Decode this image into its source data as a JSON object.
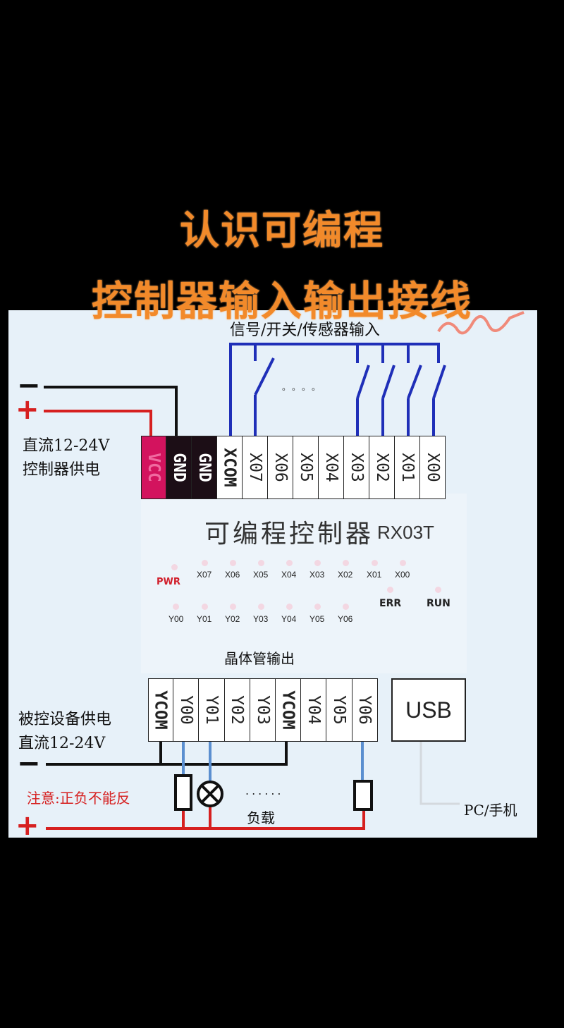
{
  "title_line1": "认识可编程",
  "title_line2": "控制器输入输出接线",
  "input_signal_label": "信号/开关/传感器输入",
  "input_dots": "。。。。",
  "power_left_minus": "−",
  "power_left_plus": "+",
  "power_left_label_1": "直流12-24V",
  "power_left_label_2": "控制器供电",
  "top_terminals": [
    "VCC",
    "GND",
    "GND",
    "XCOM",
    "X07",
    "X06",
    "X05",
    "X04",
    "X03",
    "X02",
    "X01",
    "X00"
  ],
  "controller_name": "可编程控制器",
  "controller_model": "RX03T",
  "leds_top": [
    "X07",
    "X06",
    "X05",
    "X04",
    "X03",
    "X02",
    "X01",
    "X00"
  ],
  "leds_bottom": [
    "Y00",
    "Y01",
    "Y02",
    "Y03",
    "Y04",
    "Y05",
    "Y06"
  ],
  "pwr_label": "PWR",
  "err_label": "ERR",
  "run_label": "RUN",
  "output_type_label": "晶体管输出",
  "bottom_terminals": [
    "YCOM",
    "Y00",
    "Y01",
    "Y02",
    "Y03",
    "YCOM",
    "Y04",
    "Y05",
    "Y06"
  ],
  "usb_label": "USB",
  "pc_label": "PC/手机",
  "load_power_label_1": "被控设备供电",
  "load_power_label_2": "直流12-24V",
  "note_label": "注意:正负不能反",
  "load_label": "负载",
  "load_dots": "......",
  "bottom_minus": "−",
  "bottom_plus": "+",
  "colors": {
    "title": "#f28a2a",
    "wire_blue": "#1f2fb8",
    "wire_red": "#d62020",
    "vcc": "#d3135e"
  }
}
